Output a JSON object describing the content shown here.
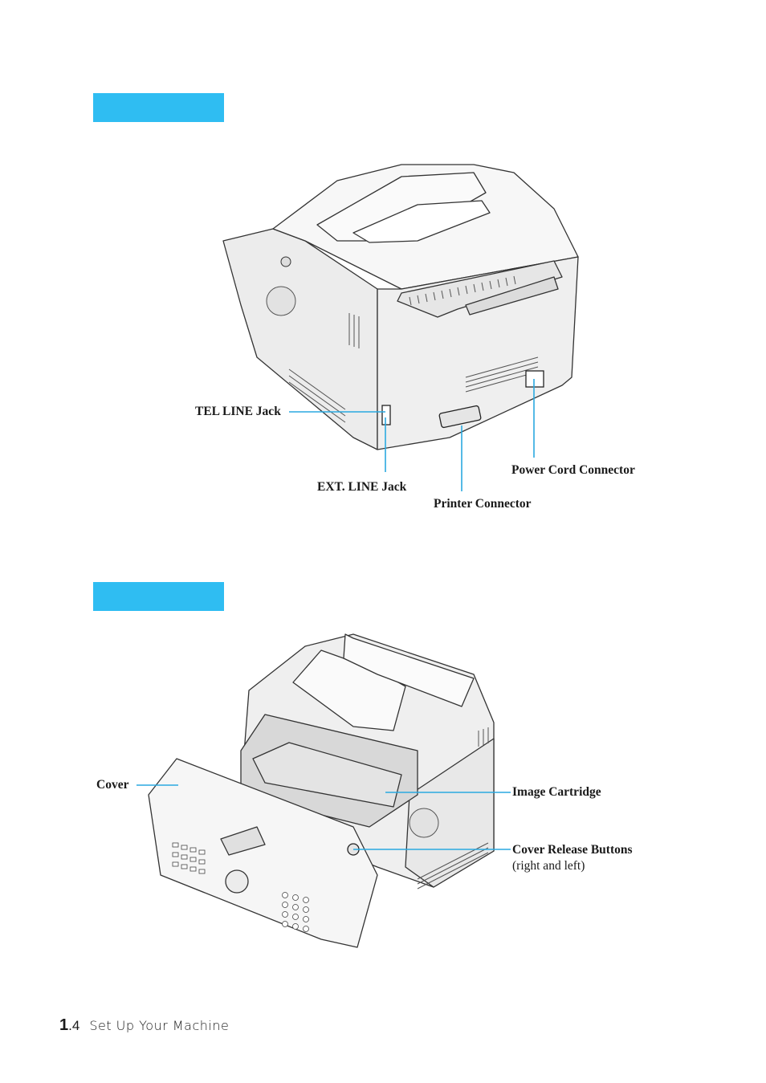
{
  "rear_view": {
    "callouts": {
      "tel_line": "TEL LINE Jack",
      "ext_line": "EXT. LINE Jack",
      "printer_connector": "Printer Connector",
      "power_cord": "Power Cord Connector"
    }
  },
  "inside_view": {
    "callouts": {
      "cover": "Cover",
      "image_cartridge": "Image Cartridge",
      "cover_release": "Cover Release Buttons",
      "cover_release_note": "(right and left)"
    }
  },
  "footer": {
    "page_major": "1",
    "page_minor": ".4",
    "chapter_title": "Set Up Your Machine"
  },
  "colors": {
    "section_bar": "#2fbdf2",
    "callout_line": "#2aa9e0"
  },
  "icons": [
    "fax-machine-rear-illustration",
    "fax-machine-open-cover-illustration"
  ]
}
